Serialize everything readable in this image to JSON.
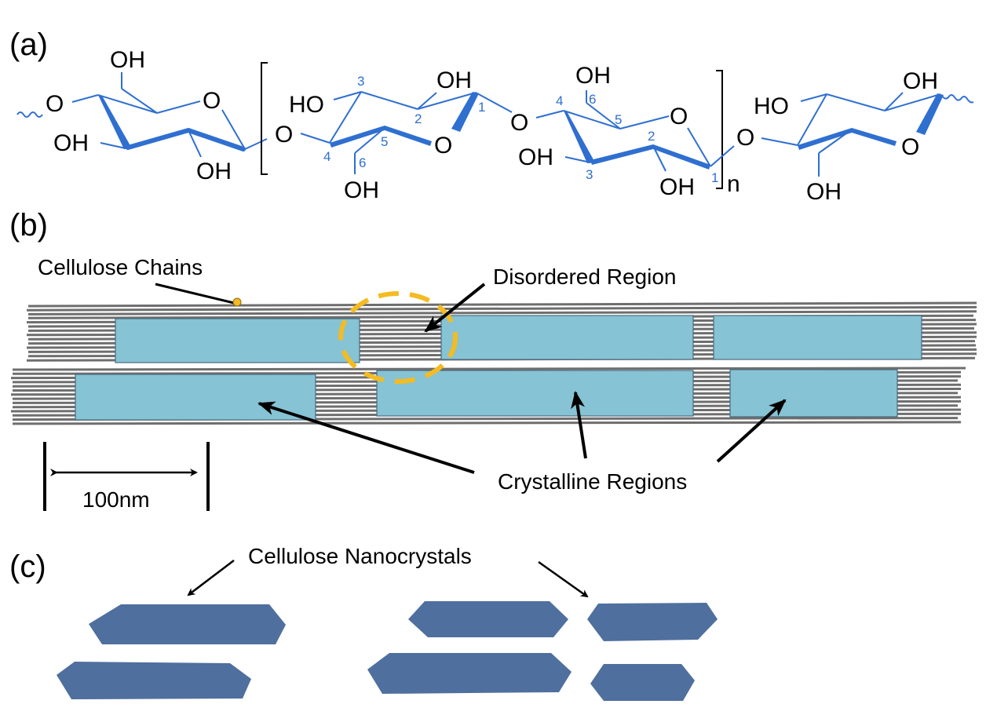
{
  "panels": {
    "a": "(a)",
    "b": "(b)",
    "c": "(c)"
  },
  "structure": {
    "oh": "OH",
    "ho": "HO",
    "o": "O",
    "repeat_subscript": "n",
    "carbon_numbers": [
      "1",
      "2",
      "3",
      "4",
      "5",
      "6"
    ],
    "bond_color": "#2f6fd0"
  },
  "fibril": {
    "labels": {
      "chains": "Cellulose Chains",
      "disordered": "Disordered Region",
      "crystalline": "Crystalline Regions"
    },
    "scale_bar": "100nm",
    "colors": {
      "crystalline": "#86c3d4",
      "chains": "#6e6e6e",
      "disordered_highlight": "#f4bb22"
    }
  },
  "nanocrystals": {
    "label": "Cellulose Nanocrystals",
    "color": "#4f6f9e"
  }
}
